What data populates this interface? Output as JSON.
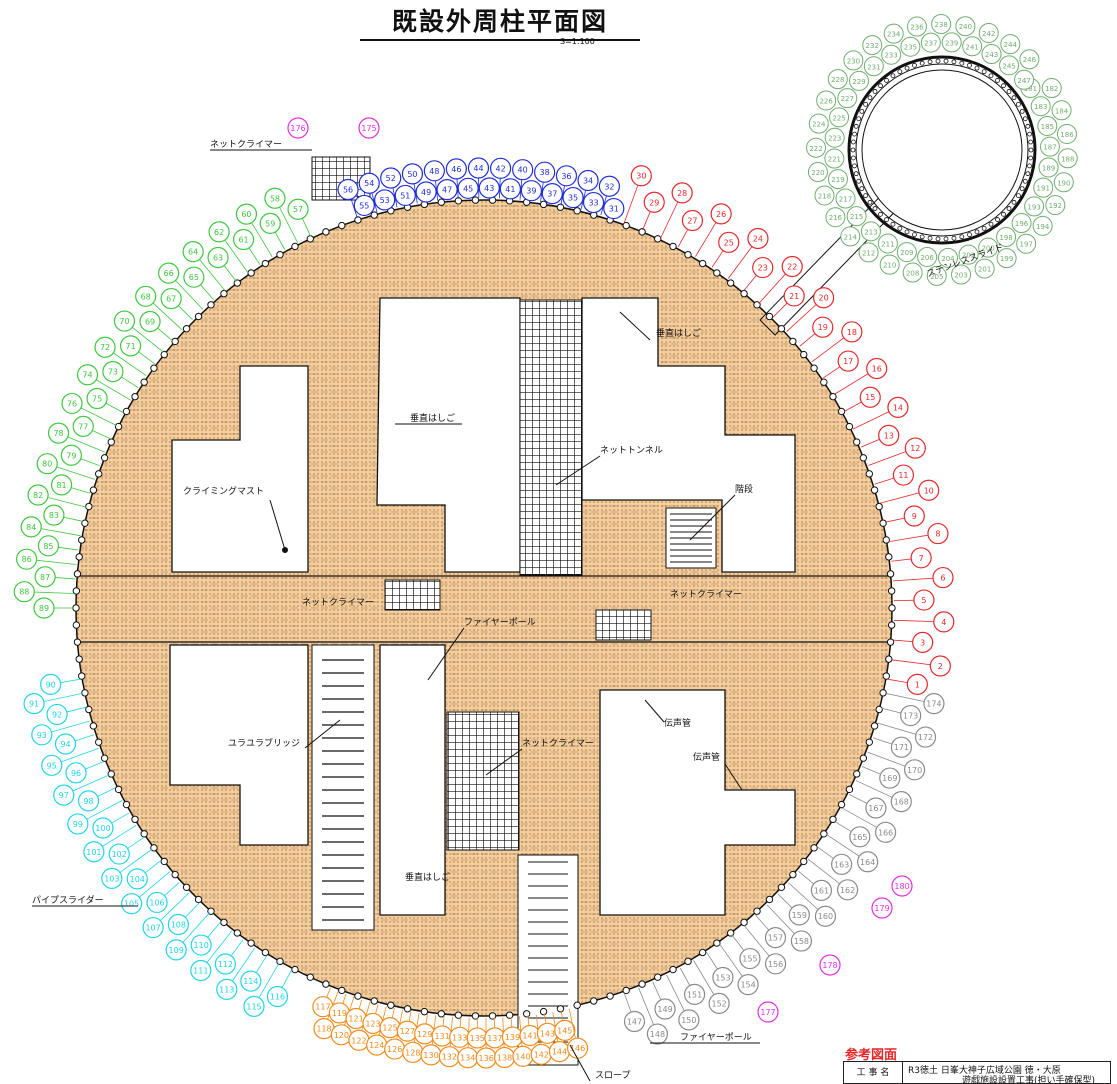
{
  "drawing": {
    "title": "既設外周柱平面図",
    "scale": "S=1:100"
  },
  "labels": {
    "net_climber": "ネットクライマー",
    "vertical_ladder": "垂直はしご",
    "net_tunnel": "ネットトンネル",
    "climbing_mast": "クライミングマスト",
    "stairs": "階段",
    "fire_pole": "ファイヤーポール",
    "voice_tube": "伝声管",
    "yura_bridge": "ユラユラブリッジ",
    "pipe_slider": "パイプスライダー",
    "slope": "スロープ",
    "stainless_slide": "ステンレススライド"
  },
  "colors": {
    "red": "#e4282a",
    "blue": "#1f2ed8",
    "green": "#3ec83e",
    "cyan": "#1fd5e8",
    "orange": "#f28a1a",
    "gray": "#8a8a8a",
    "magenta": "#e52fe0",
    "lightgreen": "#6fae6f",
    "deck": "#e9b882"
  },
  "pillar_groups": [
    {
      "color": "red",
      "numbers": [
        1,
        2,
        3,
        4,
        5,
        6,
        7,
        8,
        9,
        10,
        11,
        12,
        13,
        14,
        15,
        16,
        17,
        18,
        19,
        20,
        21,
        22,
        23,
        24,
        25,
        26,
        27,
        28,
        29,
        30
      ]
    },
    {
      "color": "blue",
      "numbers": [
        31,
        32,
        33,
        34,
        35,
        36,
        37,
        38,
        39,
        40,
        41,
        42,
        43,
        44,
        45,
        46,
        47,
        48,
        49,
        50,
        51,
        52,
        53,
        54,
        55,
        56
      ]
    },
    {
      "color": "green",
      "numbers": [
        57,
        58,
        59,
        60,
        61,
        62,
        63,
        64,
        65,
        66,
        67,
        68,
        69,
        70,
        71,
        72,
        73,
        74,
        75,
        76,
        77,
        78,
        79,
        80,
        81,
        82,
        83,
        84,
        85,
        86,
        87,
        88,
        89
      ]
    },
    {
      "color": "cyan",
      "numbers": [
        90,
        91,
        92,
        93,
        94,
        95,
        96,
        97,
        98,
        99,
        100,
        101,
        102,
        103,
        104,
        105,
        106,
        107,
        108,
        109,
        110,
        111,
        112,
        113,
        114,
        115,
        116
      ]
    },
    {
      "color": "orange",
      "numbers": [
        117,
        118,
        119,
        120,
        121,
        122,
        123,
        124,
        125,
        126,
        127,
        128,
        129,
        130,
        131,
        132,
        133,
        134,
        135,
        136,
        137,
        138,
        139,
        140,
        141,
        142,
        143,
        144,
        145,
        146
      ]
    },
    {
      "color": "gray",
      "numbers": [
        147,
        148,
        149,
        150,
        151,
        152,
        153,
        154,
        155,
        156,
        157,
        158,
        159,
        160,
        161,
        162,
        163,
        164,
        165,
        166,
        167,
        168,
        169,
        170,
        171,
        172,
        173,
        174
      ]
    },
    {
      "color": "magenta",
      "numbers": [
        175,
        176,
        177,
        178,
        179,
        180
      ]
    },
    {
      "color": "lightgreen",
      "numbers": [
        181,
        182,
        183,
        184,
        185,
        186,
        187,
        188,
        189,
        190,
        191,
        192,
        193,
        194,
        196,
        197,
        198,
        199,
        200,
        201,
        202,
        203,
        204,
        205,
        206,
        208,
        209,
        210,
        211,
        212,
        213,
        214,
        215,
        216,
        217,
        218,
        219,
        220,
        221,
        222,
        223,
        224,
        225,
        226,
        227,
        228,
        229,
        230,
        231,
        232,
        233,
        234,
        235,
        236,
        237,
        238,
        239,
        240,
        241,
        242,
        243,
        244,
        245,
        246,
        247
      ]
    }
  ],
  "reference": {
    "title": "参考図面",
    "label": "工 事 名",
    "line1": "R3徳土 日峯大神子広域公園 徳・大原",
    "line2": "遊戯施設設置工事(担い手確保型)"
  }
}
